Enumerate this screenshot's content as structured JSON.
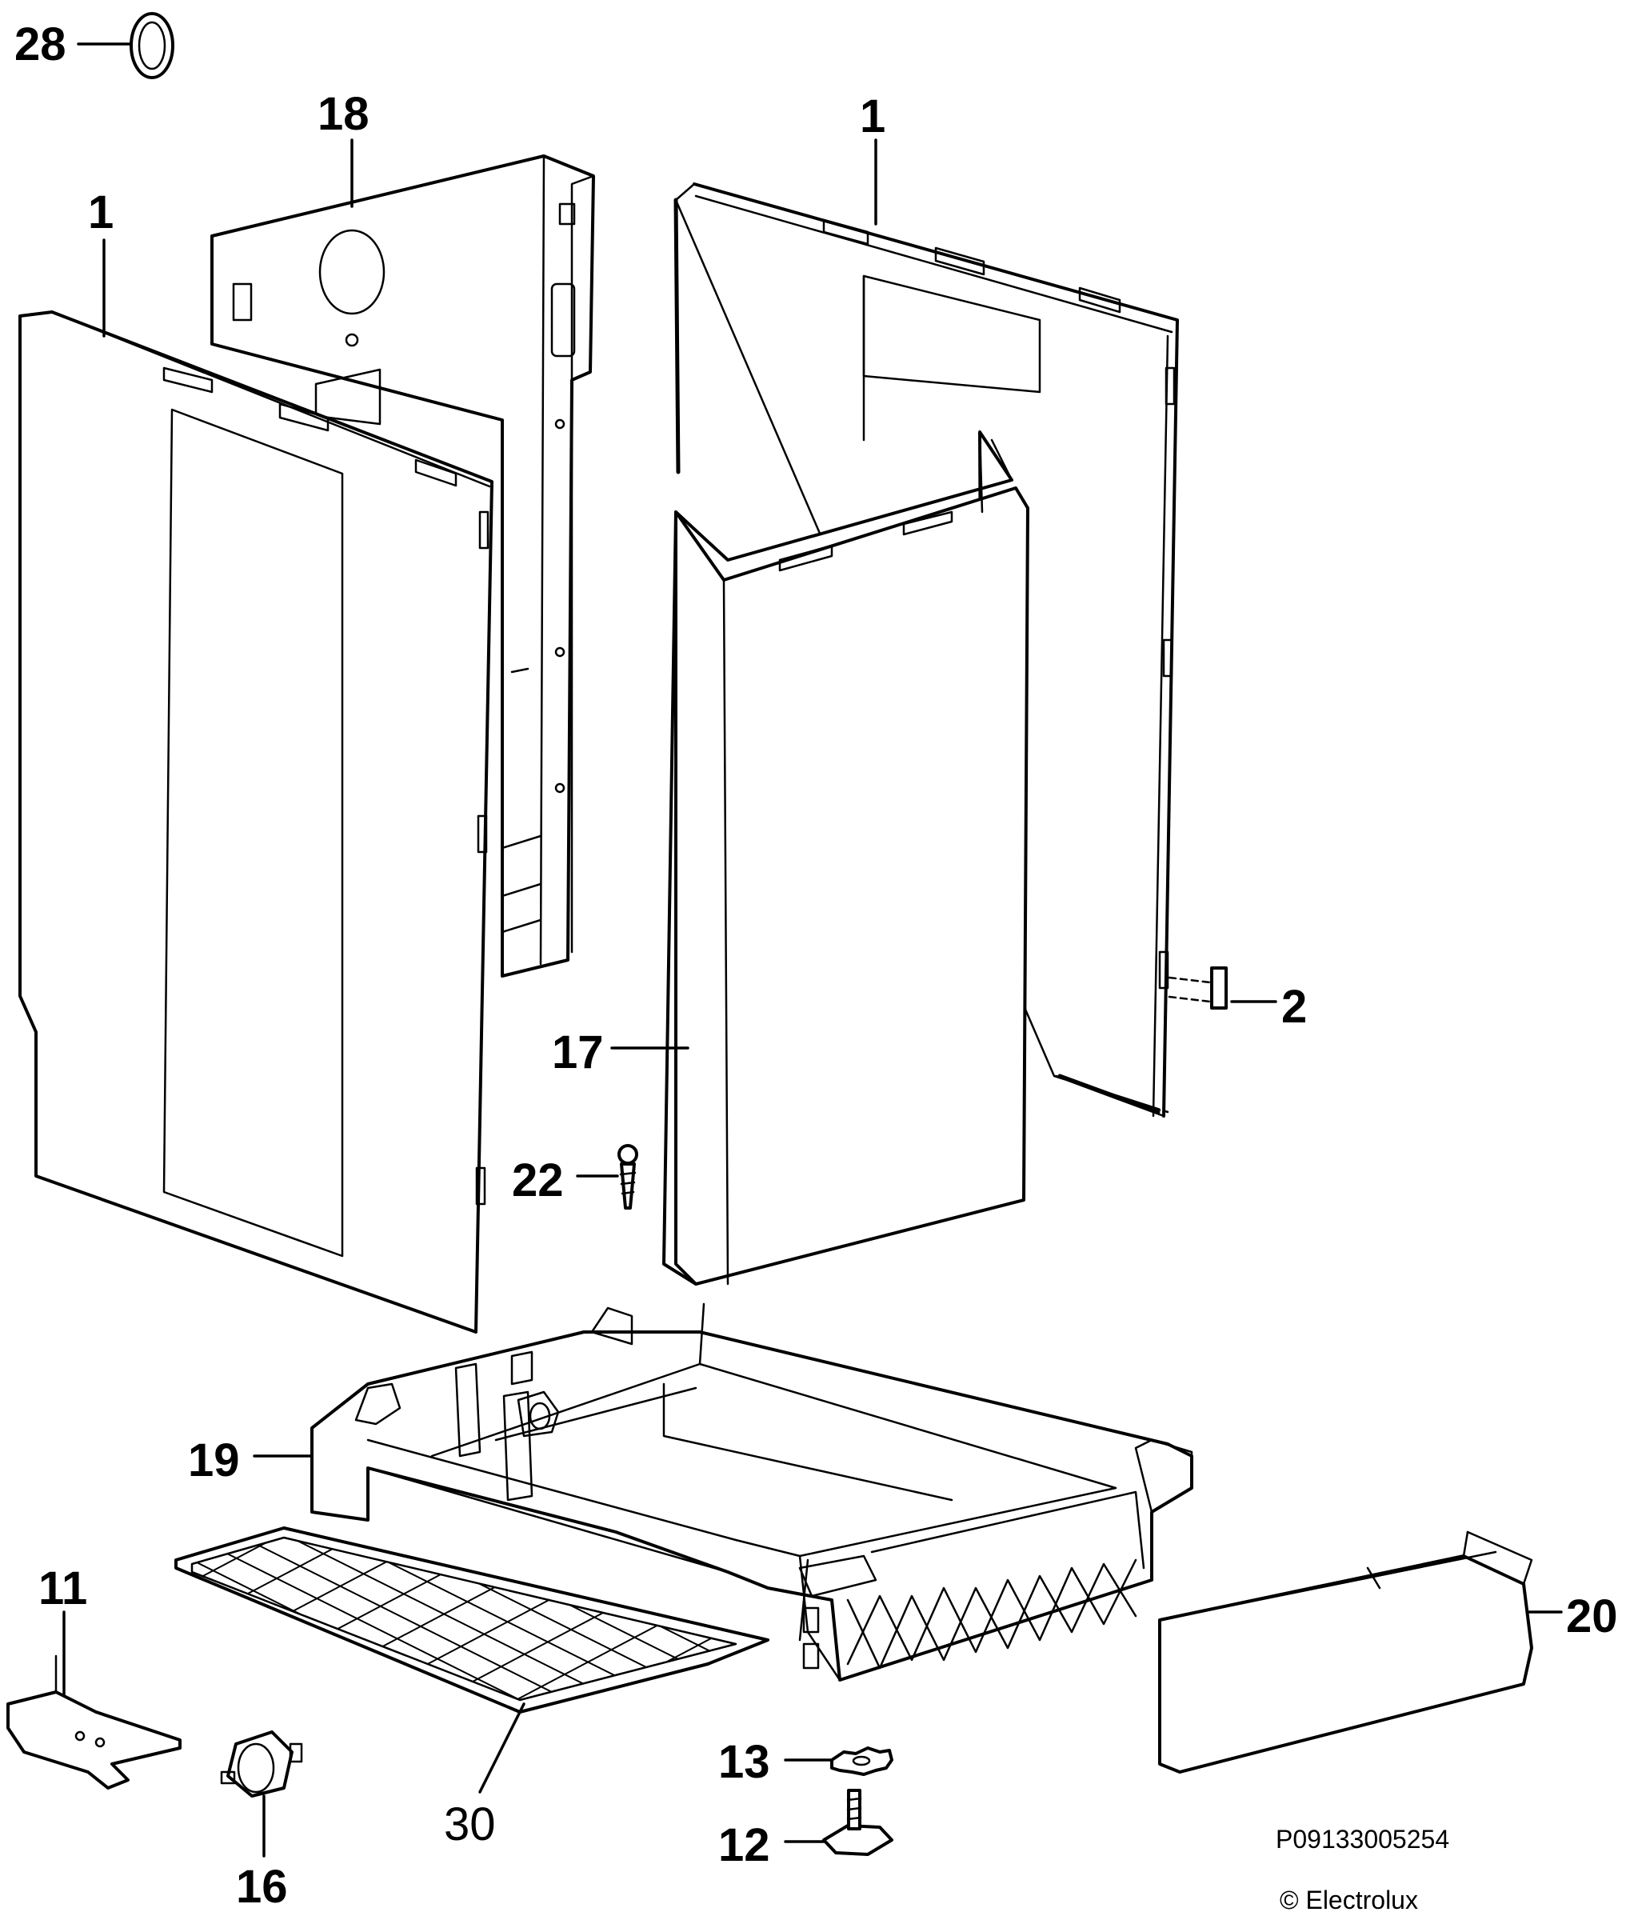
{
  "labels": {
    "p28": "28",
    "p18": "18",
    "p1_left": "1",
    "p1_right": "1",
    "p2": "2",
    "p17": "17",
    "p22": "22",
    "p19": "19",
    "p20": "20",
    "p11": "11",
    "p30": "30",
    "p13": "13",
    "p12": "12",
    "p16": "16"
  },
  "footer": {
    "code": "P09133005254",
    "copyright": "© Electrolux"
  }
}
